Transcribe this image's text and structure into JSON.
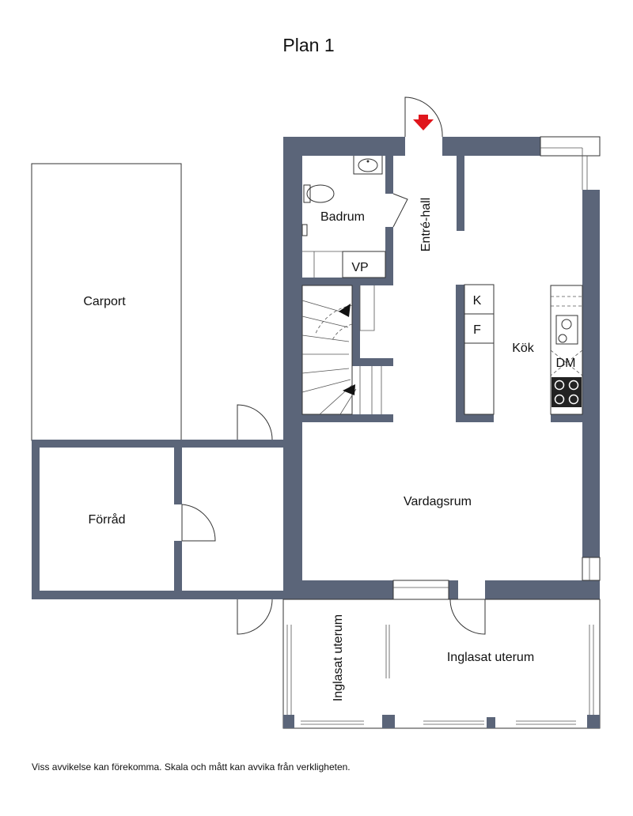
{
  "title": "Plan 1",
  "rooms": {
    "carport": "Carport",
    "forrad": "Förråd",
    "badrum": "Badrum",
    "vp": "VP",
    "entre": "Entré-hall",
    "kok": "Kök",
    "k": "K",
    "f": "F",
    "dm": "DM",
    "vardagsrum": "Vardagsrum",
    "uterum_left": "Inglasat uterum",
    "uterum_right": "Inglasat uterum"
  },
  "colors": {
    "wall": "#5b6579",
    "entrance_arrow": "#e0161c"
  },
  "icons": [
    "entrance-arrow-icon",
    "toilet-icon",
    "sink-icon",
    "kitchen-sink-icon",
    "stove-icon"
  ],
  "footer": "Viss avvikelse kan förekomma. Skala och mått kan avvika från verkligheten."
}
